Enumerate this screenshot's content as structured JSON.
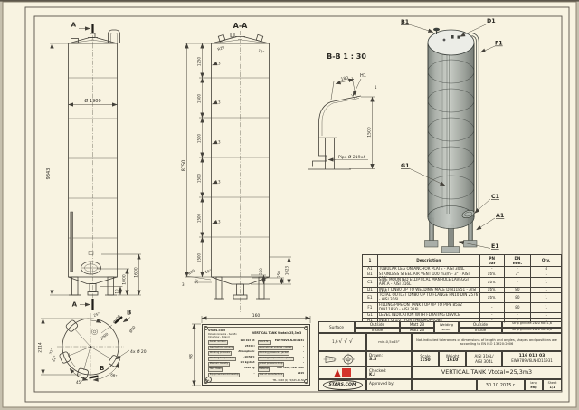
{
  "labels": {
    "aa_title": "A-A",
    "bb_title": "B-B 1 : 30",
    "a_top": "A",
    "a_bottom": "A",
    "b_top": "B",
    "b_bottom": "B",
    "h1": "H1",
    "pipe_label": "Pipe Ø 219x4",
    "thk1": "1"
  },
  "front_dims": {
    "total_height": "9843",
    "diameter": "Ø 1900",
    "d1600": "1600",
    "d1000": "1000",
    "d10": "10"
  },
  "plan_dims": {
    "width": "2114",
    "a25": "25°",
    "d400": "Ø400",
    "d30": "Ø30",
    "holes": "4x Ø 20",
    "d2000": "2000",
    "a68": "68°",
    "a45": "45°",
    "a22": "22°",
    "a32": "32°"
  },
  "aa_dims": {
    "total": "8750",
    "s1250": "1250",
    "s1500": "1500",
    "thk": "3",
    "r40": "R40",
    "a15": "15°",
    "d50": "50",
    "d350": "350",
    "d250": "250",
    "d1023": "1023",
    "head_left": "R20",
    "head_right": "12°",
    "bottom3": "3"
  },
  "bb_dims": {
    "d180": "180",
    "d1500": "1500"
  },
  "nameplate_dims": {
    "w": "160",
    "h": "98"
  },
  "callouts": {
    "b1": "B1",
    "d1": "D1",
    "f1": "F1",
    "g1": "G1",
    "c1": "C1",
    "a1": "A1",
    "e1": "E1"
  },
  "parts_table": {
    "headers": {
      "col1": "1",
      "desc": "Description",
      "pn": "PN",
      "pn_unit": "bar",
      "dn": "DN",
      "dn_unit": "mm.",
      "qty": "Qty."
    },
    "rows": [
      {
        "id": "A1",
        "desc": "TUBULAR LEG ON ANCHOR PLATE - AISI 304L",
        "pn": "-",
        "dn": "-",
        "qty": "4"
      },
      {
        "id": "B1",
        "desc": "STAINLESS STEEL AIR VENT 100 m3/h - 3\" - AISI 316L",
        "pn": "atm.",
        "dn": "3\"",
        "qty": "1"
      },
      {
        "id": "C1",
        "desc": "SIDE MOUNTED ELLIPTICAL MANHOLE LAVEGGI ART.A - AISI 316L",
        "pn": "atm.",
        "dn": "-",
        "qty": "1"
      },
      {
        "id": "D1",
        "desc": "INLET DN80 UP TO WELDING MALE DIN11851 - AISI 316L",
        "pn": "atm.",
        "dn": "80",
        "qty": "1"
      },
      {
        "id": "E1",
        "desc": "TOTAL OUTLET DN80 UP TO FLANGE PN10 DIN 2576 - AISI 316L",
        "pn": "atm.",
        "dn": "80",
        "qty": "1"
      },
      {
        "id": "F1",
        "desc": "FILLING PIPE ON TANK TOP UP TO PIPE 85x2 DIN11850 - AISI 316L",
        "pn": "-",
        "dn": "80",
        "qty": "1"
      },
      {
        "id": "G1",
        "desc": "LEVEL INDICATION WITH FLOATING DEVICE",
        "pn": "-",
        "dn": "-",
        "qty": "1"
      },
      {
        "id": "H1",
        "desc": "INLET G 1/2\" FOR THERMOPROBE",
        "pn": "-",
        "dn": "-",
        "qty": "1"
      }
    ]
  },
  "title_block": {
    "surface_label": "Surface",
    "outside": "Outside",
    "inside": "Inside",
    "matt_outside": "Matt 2B",
    "matt_inside": "Matt 2B",
    "welding_seam": "Welding seam",
    "strip_outside": "Strip grinded 2x20 Ra=1,6",
    "strip_inside": "Strip grinded 2x20 Ra=0,8",
    "roughness": "1,6",
    "roughness_checks": "√ √ √",
    "chamfer": "min.0,5x45°",
    "tolerance_note": "Not-indicated tolerances of dimensions of length and angles, shapes and positions are according to EN ISO 13920:2006",
    "drawn_label": "Drawn:",
    "drawn": "S.S",
    "checked_label": "Checked:",
    "checked": "K.I",
    "approved_label": "Approved by:",
    "scale_label": "Scale",
    "scale": "1:50",
    "weight_label": "Weight",
    "weight": "1610",
    "material_1": "AISI 316L/",
    "material_2": "AISI 304L",
    "code_1": "116 013 03",
    "code_2": "EW9789V6LN-ID11931",
    "title": "VERTICAL TANK Vtotal=25,3m3",
    "date": "30.10.2015 r.",
    "lang_label": "lang",
    "lang": "eng",
    "sheet_label": "Sheet",
    "sheet": "1/1",
    "logo": "STARS.COM"
  },
  "nameplate": {
    "company_1": "STARS.COM",
    "company_2": "Dzierzoniowska - Serafin",
    "company_3": "Czluchow - Poland",
    "title": "VERTICAL TANK Vtotal=25,3m3",
    "left_rows": [
      [
        "Serial number",
        "116 013 03"
      ],
      [
        "Geometrical volume",
        "25340 l"
      ],
      [
        "Working pressure",
        "Atmospheric"
      ],
      [
        "Working temperature",
        "-10/50°C"
      ],
      [
        "Medium density",
        "1,4 kg/dm3"
      ],
      [
        "Tare mass",
        "1610 kg"
      ],
      [
        "Equipment workmanship",
        "-"
      ]
    ],
    "right_rows": [
      [
        "Stock N.",
        "EW9789V6LN-ID11931"
      ],
      [
        "Geometrical volume - jacket",
        "-"
      ],
      [
        "Working pressure - jacket",
        "-"
      ],
      [
        "Working temperature - jacket",
        "-"
      ],
      [
        "Jacket pressure drop",
        "-"
      ],
      [
        "Material",
        "AISI 316L / AISI 304L"
      ],
      [
        "Year of manufacture",
        "2015"
      ]
    ],
    "footer_1": "TEL. 0048 (0) 74/645-45-56",
    "footer_2": "WWW.STARS.COM - info@stars.com",
    "ce": "e"
  }
}
